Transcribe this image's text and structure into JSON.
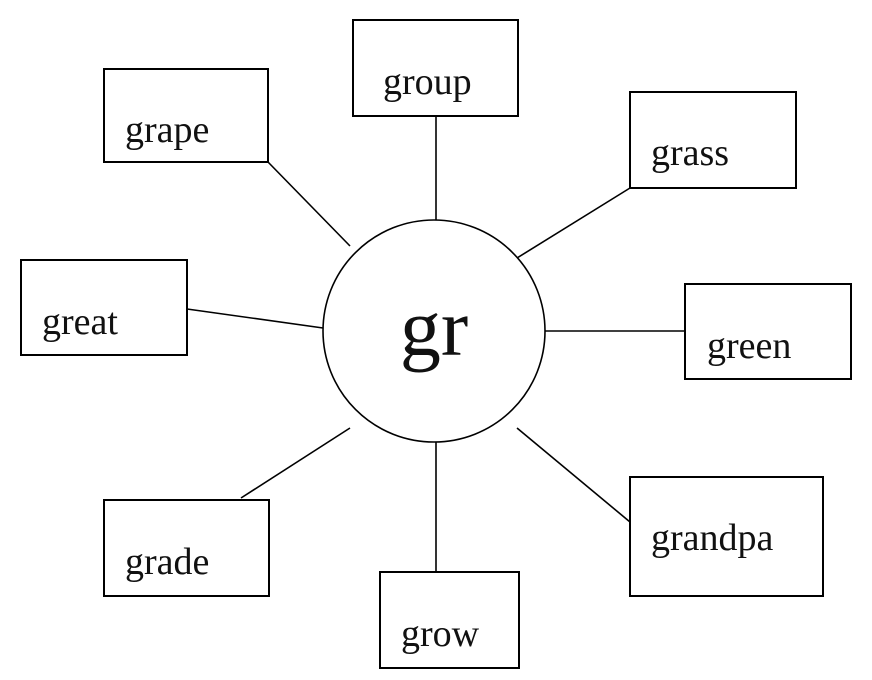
{
  "diagram": {
    "center": "gr",
    "words": [
      "group",
      "grape",
      "grass",
      "great",
      "green",
      "grade",
      "grandpa",
      "grow"
    ]
  }
}
